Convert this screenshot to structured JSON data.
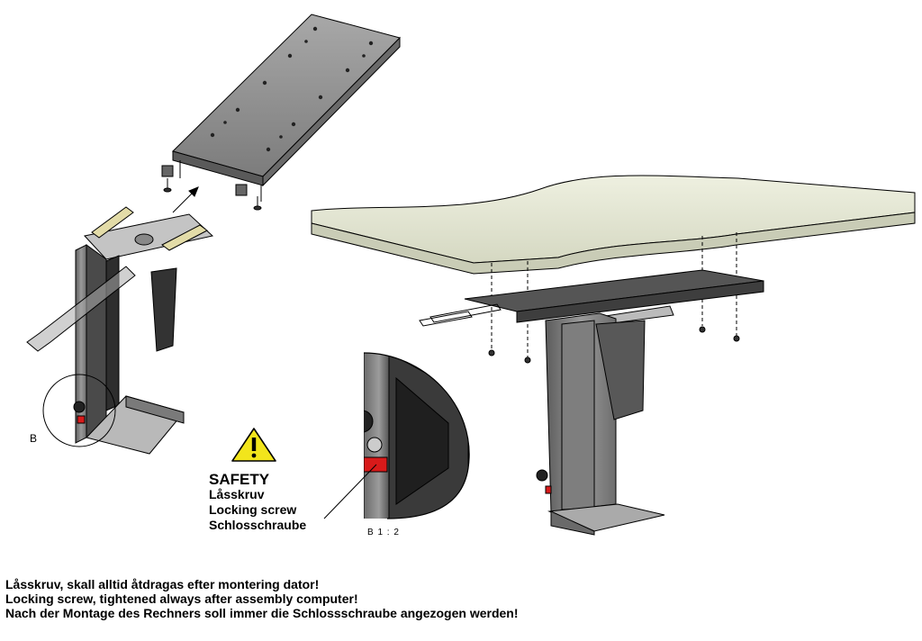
{
  "detail_reference": "B",
  "detail_scale_label": "B  1 : 2",
  "safety": {
    "title": "SAFETY",
    "lines": [
      "Låsskruv",
      "Locking screw",
      "Schlosschraube"
    ]
  },
  "notes": [
    "Låsskruv, skall alltid åtdragas efter montering dator!",
    "Locking screw, tightened always after assembly computer!",
    "Nach der Montage des Rechners soll immer die Schlossschraube angezogen werden!"
  ],
  "colors": {
    "metal": "#7a7a7a",
    "metal_dark": "#3d3d3d",
    "desk": "#e4e6d4",
    "pad": "#e3dca8",
    "warning": "#f2e51c",
    "lock_tab": "#d81a1a"
  }
}
